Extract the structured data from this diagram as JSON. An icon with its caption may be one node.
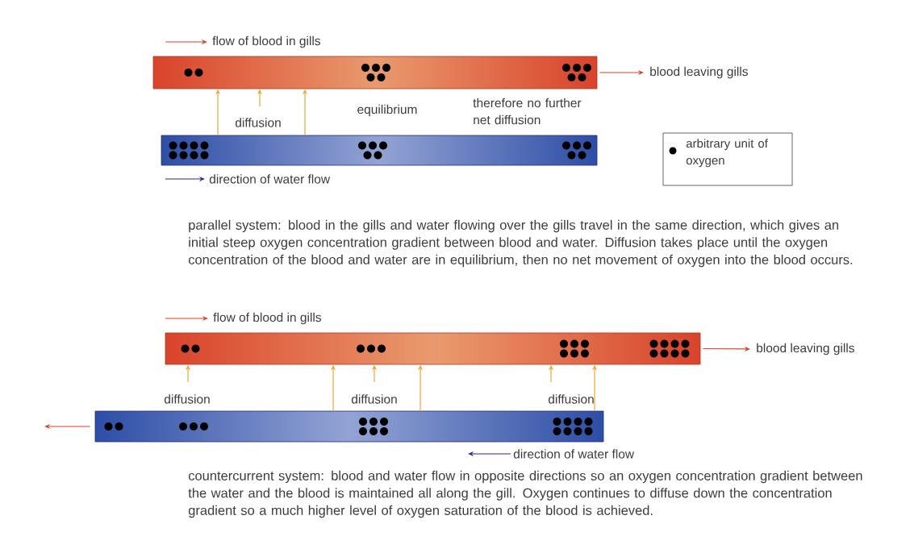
{
  "diagram": {
    "nodes": [
      {
        "text": [],
        "shape": "bar"
      },
      {
        "text": [
          "blood leaving gills"
        ]
      },
      {
        "text": [],
        "shape": "bar"
      },
      {
        "text": [],
        "shape": "bar"
      },
      {
        "text": [
          "blood leaving gills"
        ]
      },
      {
        "text": [],
        "shape": "bar"
      }
    ],
    "edges": [
      {
        "from": 0,
        "to": 1,
        "arrow": "to",
        "color": "#d9432b"
      },
      {
        "from": 2,
        "to": 0,
        "arrow": "to"
      },
      {
        "from": null,
        "to": 0,
        "arrow": "to"
      },
      {
        "from": 2,
        "to": 0,
        "arrow": "to"
      },
      {
        "from": 3,
        "to": 4,
        "arrow": "to",
        "color": "#d9432b"
      },
      {
        "from": null,
        "to": 3,
        "arrow": "to"
      },
      {
        "from": 5,
        "to": 3,
        "arrow": "to"
      },
      {
        "from": null,
        "to": 3,
        "arrow": "to"
      },
      {
        "from": 5,
        "to": 3,
        "arrow": "to"
      },
      {
        "from": null,
        "to": 3,
        "arrow": "to"
      },
      {
        "from": 5,
        "to": 3,
        "arrow": "to"
      },
      {
        "from": 5,
        "to": null,
        "arrow": "to",
        "color": "#d9432b"
      }
    ],
    "labels": [
      "flow of blood in gills",
      "diffusion",
      "equilibrium",
      "therefore no further net diffusion",
      "direction of water flow",
      "parallel system: blood in the gills and water flowing over the gills travel in the same direction, which gives an initial steep oxygen concentration gradient between blood and water. Diffusion takes place until the oxygen concentration of the blood and water are in equilibrium, then no net movement of oxygen into the blood occurs.",
      "flow of blood in gills",
      "diffusion",
      "diffusion",
      "diffusion",
      "direction of water flow",
      "countercurrent system: blood and water flow in opposite directions so an oxygen concentration gradient between the water and the blood is maintained all along the gill. Oxygen continues to diffuse down the concentration gradient so a much higher level of oxygen saturation of the blood is achieved."
    ],
    "legend": [
      {
        "text": "arbitrary unit of oxygen"
      }
    ]
  }
}
